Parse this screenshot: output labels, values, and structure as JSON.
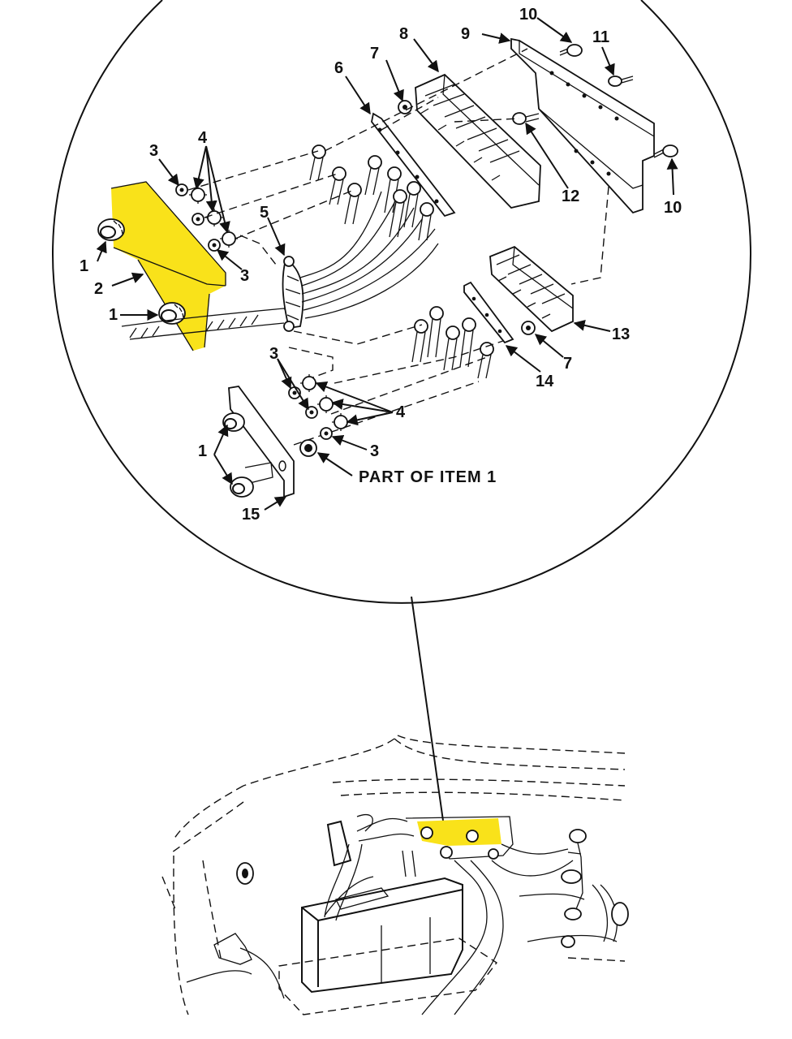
{
  "figure": {
    "callouts": {
      "c1a": "1",
      "c1b": "1",
      "c1c": "1",
      "c2": "2",
      "c3a": "3",
      "c3b": "3",
      "c3c": "3",
      "c3d": "3",
      "c4a": "4",
      "c4b": "4",
      "c5": "5",
      "c6": "6",
      "c7a": "7",
      "c7b": "7",
      "c8": "8",
      "c9": "9",
      "c10a": "10",
      "c10b": "10",
      "c11": "11",
      "c12": "12",
      "c13": "13",
      "c14": "14",
      "c15": "15"
    },
    "part_of_item_label": "PART OF ITEM 1",
    "highlight_color": "#f9e21a",
    "line_color": "#111111"
  }
}
